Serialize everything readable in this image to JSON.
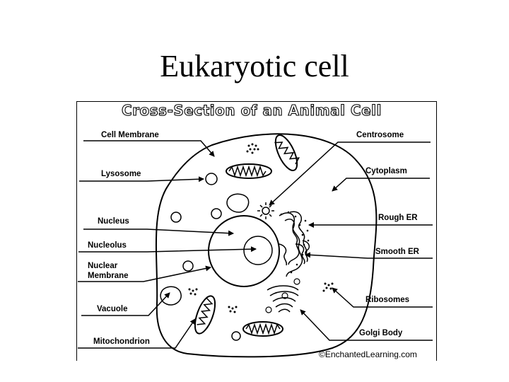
{
  "slide": {
    "title": "Eukaryotic cell"
  },
  "figure": {
    "title": "Cross-Section of an Animal Cell",
    "credit": "©EnchantedLearning.com",
    "labels_left": {
      "cell_membrane": "Cell Membrane",
      "lysosome": "Lysosome",
      "nucleus": "Nucleus",
      "nucleolus": "Nucleolus",
      "nuclear_membrane_1": "Nuclear",
      "nuclear_membrane_2": "Membrane",
      "vacuole": "Vacuole",
      "mitochondrion": "Mitochondrion"
    },
    "labels_right": {
      "centrosome": "Centrosome",
      "cytoplasm": "Cytoplasm",
      "rough_er": "Rough ER",
      "smooth_er": "Smooth ER",
      "ribosomes": "Ribosomes",
      "golgi_body": "Golgi Body"
    }
  }
}
